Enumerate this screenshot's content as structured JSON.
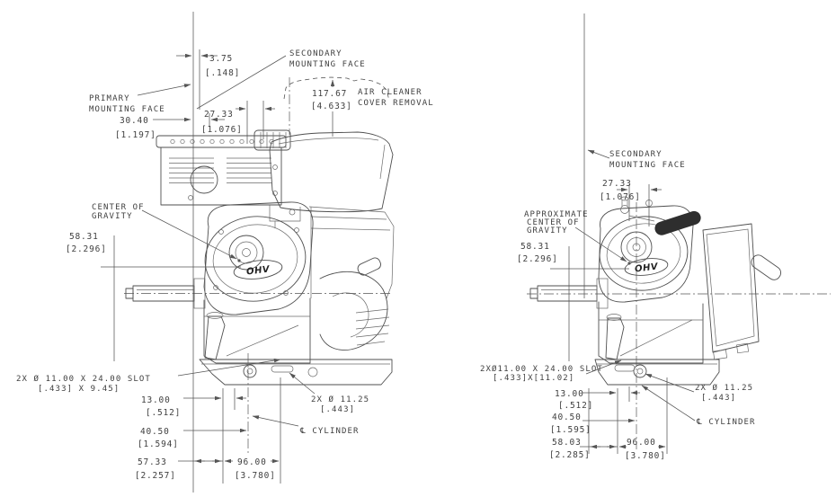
{
  "meta": {
    "drawing_type": "engine dimensional drawing, two side views"
  },
  "colors": {
    "background": "#ffffff",
    "line": "#4f4f4f",
    "text": "#3f3f3f",
    "dark_fill": "#2e2e2e"
  },
  "left_view": {
    "badge": "OHV",
    "offset_mm": "3.75",
    "offset_in": "[.148]",
    "secondary_face_l1": "SECONDARY",
    "secondary_face_l2": "MOUNTING FACE",
    "primary_face_l1": "PRIMARY",
    "primary_face_l2": "MOUNTING FACE",
    "primary_offset_mm": "30.40",
    "primary_offset_in": "[1.197]",
    "face_to_cyl_mm": "27.33",
    "face_to_cyl_in": "[1.076]",
    "air_cleaner_mm": "117.67",
    "air_cleaner_in": "[4.633]",
    "air_cleaner_l1": "AIR CLEANER",
    "air_cleaner_l2": "COVER REMOVAL",
    "cog_l1": "CENTER OF",
    "cog_l2": "GRAVITY",
    "cog_height_mm": "58.31",
    "cog_height_in": "[2.296]",
    "slot_l1": "2X Ø 11.00 X 24.00 SLOT",
    "slot_l2": "[.433] X 9.45]",
    "dim13_mm": "13.00",
    "dim13_in": "[.512]",
    "dim40_mm": "40.50",
    "dim40_in": "[1.594]",
    "dim57_mm": "57.33",
    "dim57_in": "[2.257]",
    "dim96_mm": "96.00",
    "dim96_in": "[3.780]",
    "holes_l1": "2X Ø 11.25",
    "holes_l2": "[.443]",
    "cyl_label": "℄ CYLINDER"
  },
  "right_view": {
    "badge": "OHV",
    "secondary_face_l1": "SECONDARY",
    "secondary_face_l2": "MOUNTING FACE",
    "face_to_cyl_mm": "27.33",
    "face_to_cyl_in": "[1.076]",
    "cog_l1": "APPROXIMATE",
    "cog_l2": "CENTER OF",
    "cog_l3": "GRAVITY",
    "cog_height_mm": "58.31",
    "cog_height_in": "[2.296]",
    "slot_l1": "2XØ11.00 X 24.00 SLOT",
    "slot_l2": "[.433]X[11.02]",
    "dim13_mm": "13.00",
    "dim13_in": "[.512]",
    "dim40_mm": "40.50",
    "dim40_in": "[1.595]",
    "dim58_mm": "58.03",
    "dim58_in": "[2.285]",
    "dim96_mm": "96.00",
    "dim96_in": "[3.780]",
    "holes_l1": "2X Ø 11.25",
    "holes_l2": "[.443]",
    "cyl_label": "℄ CYLINDER"
  }
}
